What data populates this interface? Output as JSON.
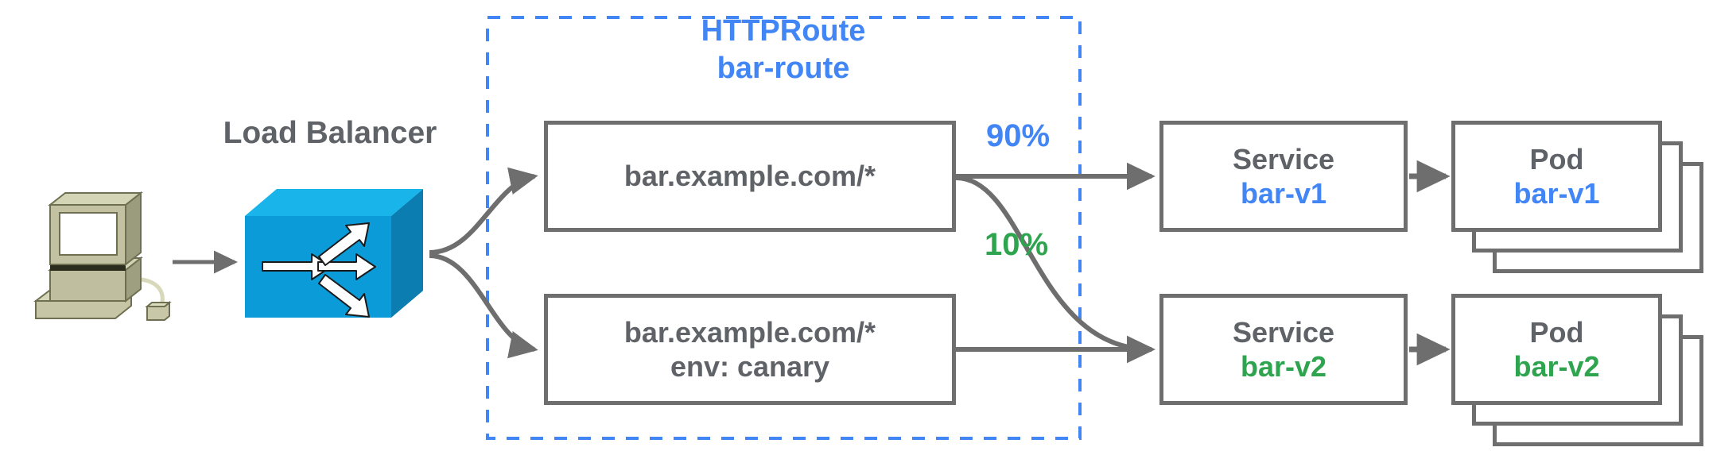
{
  "diagram": {
    "title": "HTTPRoute canary traffic splitting",
    "colors": {
      "blue": "#4285f4",
      "green": "#2ea44f",
      "gray": "#5f6368",
      "stroke": "#6e6e6e",
      "switch_blue": "#0c9ede",
      "workstation": "#b5b58d"
    }
  },
  "client": {
    "icon": "workstation-icon",
    "label": ""
  },
  "load_balancer": {
    "label": "Load Balancer",
    "icon": "network-switch-icon"
  },
  "httproute": {
    "kind_label": "HTTPRoute",
    "name_label": "bar-route",
    "rules": [
      {
        "id": "rule-primary",
        "lines": [
          "bar.example.com/*"
        ]
      },
      {
        "id": "rule-canary",
        "lines": [
          "bar.example.com/*",
          "env: canary"
        ]
      }
    ]
  },
  "weights": [
    {
      "id": "weight-90",
      "label": "90%",
      "color": "#4285f4"
    },
    {
      "id": "weight-10",
      "label": "10%",
      "color": "#2ea44f"
    }
  ],
  "backends": [
    {
      "id": "backend-v1",
      "service": {
        "kind": "Service",
        "name": "bar-v1",
        "color": "#4285f4"
      },
      "pod": {
        "kind": "Pod",
        "name": "bar-v1",
        "color": "#4285f4",
        "replicas": 3
      }
    },
    {
      "id": "backend-v2",
      "service": {
        "kind": "Service",
        "name": "bar-v2",
        "color": "#2ea44f"
      },
      "pod": {
        "kind": "Pod",
        "name": "bar-v2",
        "color": "#2ea44f",
        "replicas": 3
      }
    }
  ]
}
